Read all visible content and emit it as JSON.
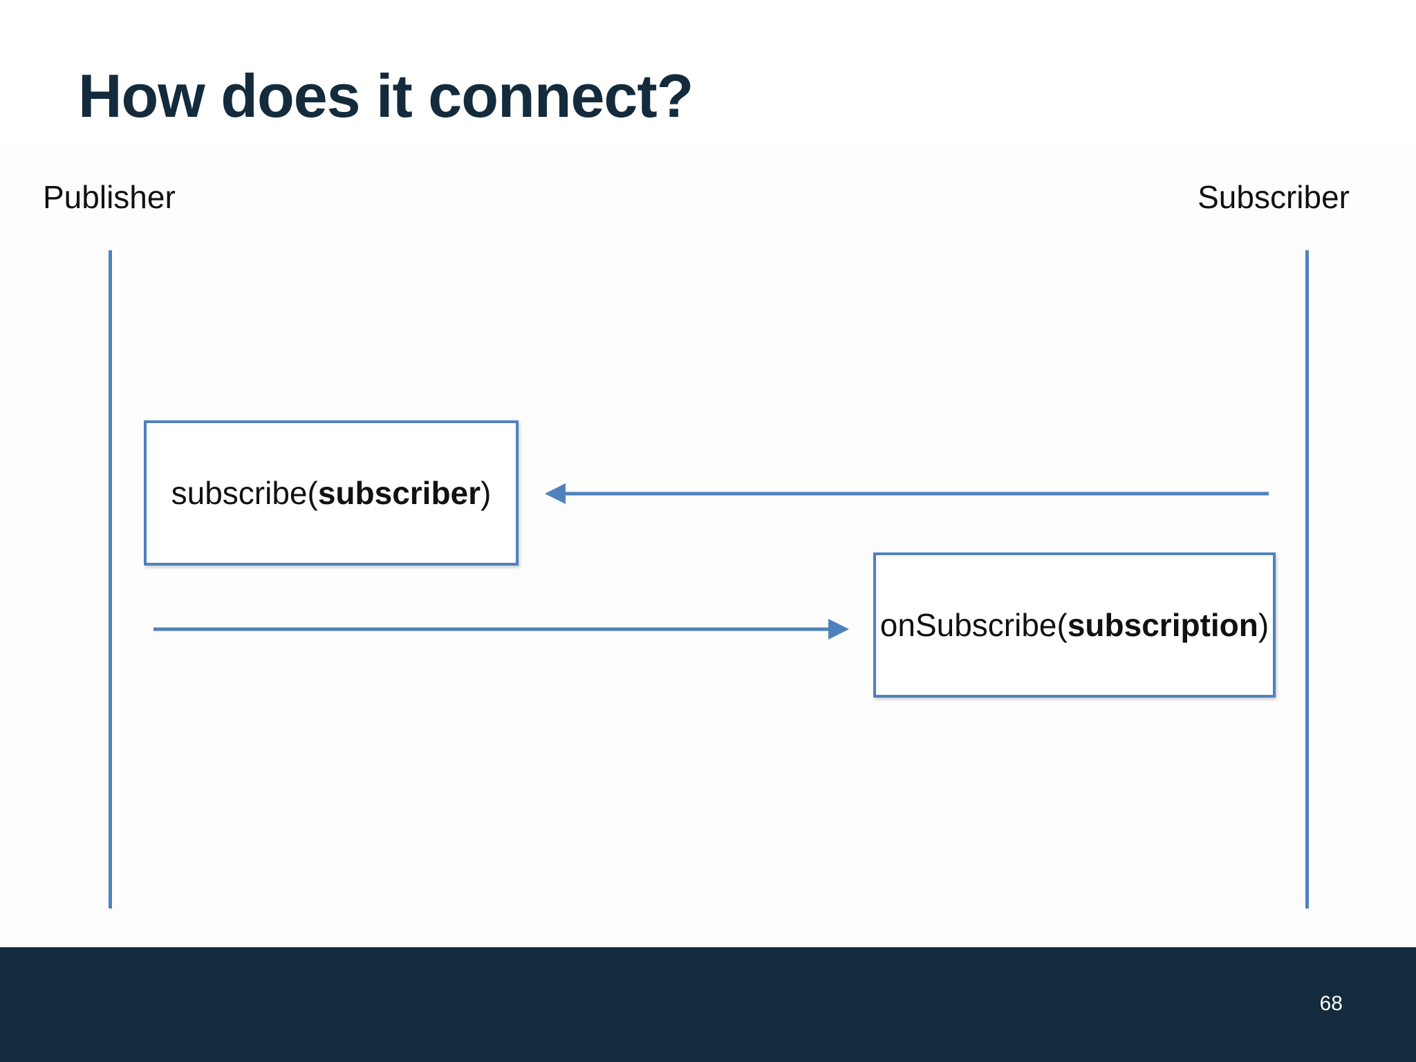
{
  "slide": {
    "title": "How does it connect?",
    "page_number": "68"
  },
  "diagram": {
    "lanes": {
      "publisher": "Publisher",
      "subscriber": "Subscriber"
    },
    "messages": [
      {
        "call": "subscribe(",
        "argument": "subscriber",
        "close": ")",
        "direction": "subscriber-to-publisher"
      },
      {
        "call": "onSubscribe(",
        "argument": "subscription",
        "close": ")",
        "direction": "publisher-to-subscriber"
      }
    ],
    "colors": {
      "line": "#4f81bd",
      "title": "#132b3c",
      "footer": "#132b3c"
    }
  }
}
